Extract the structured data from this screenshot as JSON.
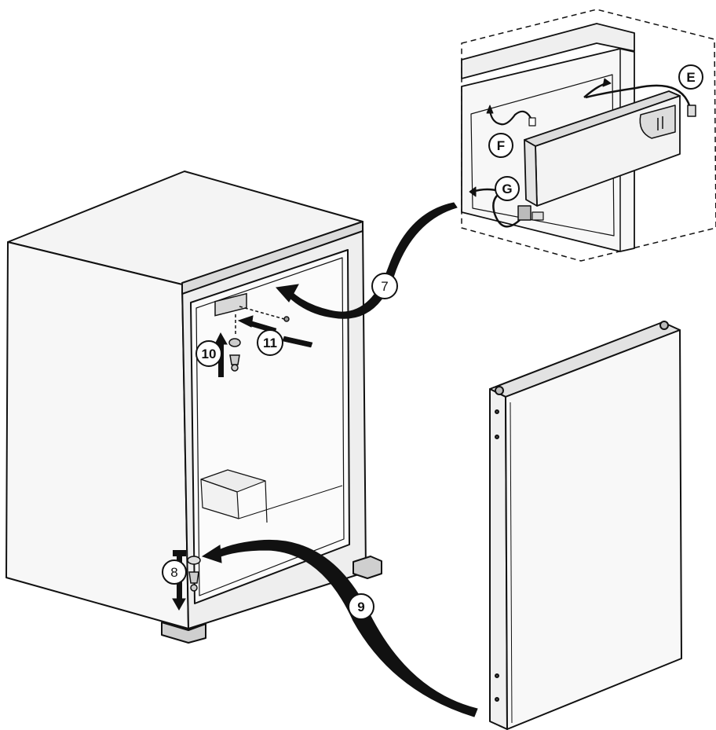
{
  "callouts": {
    "step_7": "7",
    "step_8": "8",
    "step_9": "9",
    "step_10": "10",
    "step_11": "11",
    "part_E": "E",
    "part_F": "F",
    "part_G": "G"
  },
  "colors": {
    "line": "#111111",
    "fill_light": "#f6f6f6",
    "fill_mid": "#e6e6e6",
    "fill_dark": "#cfcfcf",
    "background": "#ffffff"
  }
}
